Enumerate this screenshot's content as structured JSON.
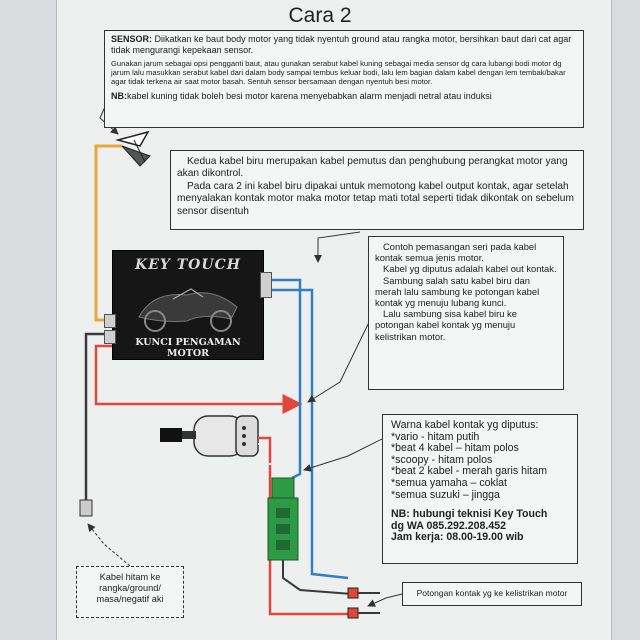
{
  "title": "Cara 2",
  "sensor_box": {
    "label": "SENSOR:",
    "line1": "Diikatkan ke baut body motor yang tidak nyentuh ground atau rangka motor, bersihkan baut dari cat agar tidak mengurangi kepekaan sensor.",
    "line2": "Gunakan jarum sebagai opsi pengganti baut, atau gunakan serabut kabel kuning sebagai media sensor dg cara lubangi bodi motor dg jarum lalu masukkan serabut kabel dari dalam body sampai tembus keluar bodi, lalu lem bagian dalam kabel dengan lem tembak/bakar agar tidak terkena air saat motor basah. Sentuh sensor bersamaan dengan nyentuh besi motor.",
    "nb_label": "NB:",
    "nb_text": "kabel kuning tidak boleh besi motor karena menyebabkan alarm menjadi netral atau induksi"
  },
  "blue_box": {
    "p1": "Kedua kabel biru merupakan kabel pemutus dan penghubung perangkat motor yang akan dikontrol.",
    "p2": "Pada cara 2 ini kabel biru dipakai untuk memotong kabel output kontak, agar setelah menyalakan kontak motor maka motor tetap mati total seperti tidak dikontak  on sebelum sensor disentuh"
  },
  "example_box": {
    "p1": "Contoh pemasangan seri pada kabel kontak semua jenis motor.",
    "p2": "Kabel yg diputus adalah kabel out kontak.",
    "p3": "Sambung salah satu kabel biru dan merah lalu sambung ke potongan kabel kontak yg menuju lubang kunci.",
    "p4": "Lalu sambung sisa kabel biru ke potongan kabel kontak yg menuju kelistrikan motor."
  },
  "colors_box": {
    "heading": "Warna kabel kontak yg diputus:",
    "items": [
      "*vario - hitam putih",
      "*beat 4 kabel – hitam polos",
      "*scoopy - hitam polos",
      "*beat 2 kabel - merah garis hitam",
      "*semua yamaha – coklat",
      "*semua suzuki – jingga"
    ],
    "nb1": "NB: hubungi teknisi Key Touch",
    "nb2": "dg WA 085.292.208.452",
    "nb3": "Jam kerja: 08.00-19.00 wib"
  },
  "ground_box": {
    "text": "Kabel hitam ke rangka/ground/ masa/negatif aki"
  },
  "cut_box": {
    "text": "Potongan kontak yg ke kelistrikan motor"
  },
  "device": {
    "brand": "KEY TOUCH",
    "subtitle": "KUNCI PENGAMAN MOTOR"
  },
  "colors": {
    "wire_yellow": "#e8a93a",
    "wire_red": "#e0473b",
    "wire_blue": "#2f7fc4",
    "wire_black": "#3a3a3a",
    "relay_green": "#2f9a45"
  }
}
